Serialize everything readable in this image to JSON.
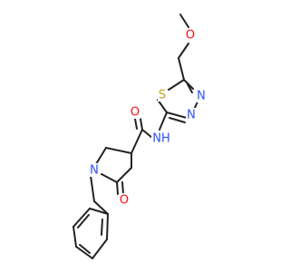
{
  "colors": {
    "bond": "#222222",
    "oxygen": "#ff0d0d",
    "nitrogen": "#3050f8",
    "sulfur": "#c6a317",
    "background": "#ffffff"
  },
  "atoms": [
    {
      "id": "O_methoxy",
      "element": "O",
      "label": "O"
    },
    {
      "id": "S_ring",
      "element": "S",
      "label": "S"
    },
    {
      "id": "N_ring_a",
      "element": "N",
      "label": "N"
    },
    {
      "id": "N_ring_b",
      "element": "N",
      "label": "N"
    },
    {
      "id": "O_amide",
      "element": "O",
      "label": "O"
    },
    {
      "id": "N_amide",
      "element": "N",
      "label": "NH"
    },
    {
      "id": "N_pyrrolidine",
      "element": "N",
      "label": "N"
    },
    {
      "id": "O_lactam",
      "element": "O",
      "label": "O"
    }
  ]
}
